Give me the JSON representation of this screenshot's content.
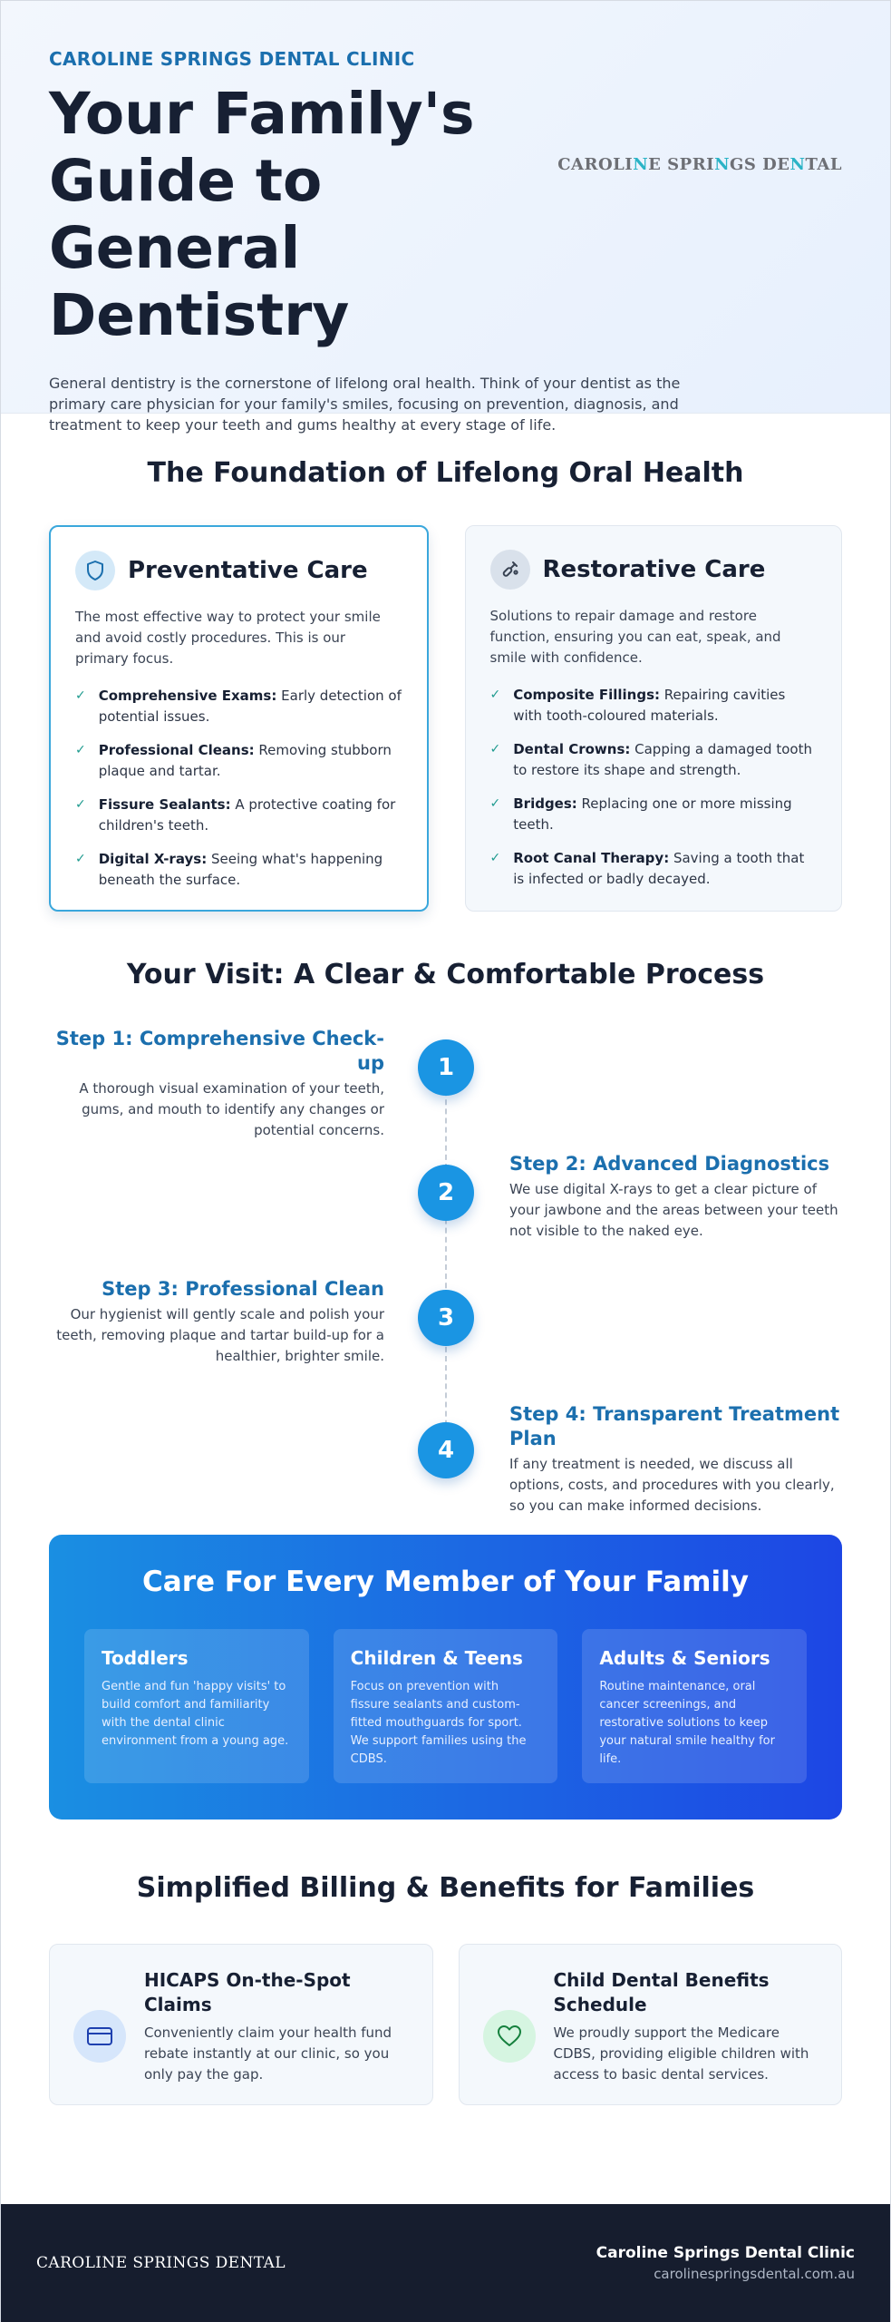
{
  "hero": {
    "clinic_name": "CAROLINE SPRINGS DENTAL CLINIC",
    "title": "Your Family's Guide to General Dentistry",
    "intro": "General dentistry is the cornerstone of lifelong oral health. Think of your dentist as the primary care physician for your family's smiles, focusing on prevention, diagnosis, and treatment to keep your teeth and gums healthy at every stage of life.",
    "logo": {
      "part1": "CAROLI",
      "accent1": "N",
      "part2": "E SPRI",
      "accent2": "N",
      "part3": "GS DE",
      "accent3": "N",
      "part4": "TAL"
    }
  },
  "foundation": {
    "title": "The Foundation of Lifelong Oral Health",
    "preventative": {
      "icon": "shield-icon",
      "title": "Preventative Care",
      "desc": "The most effective way to protect your smile and avoid costly procedures. This is our primary focus.",
      "items": [
        {
          "bold": "Comprehensive Exams:",
          "text": " Early detection of potential issues."
        },
        {
          "bold": "Professional Cleans:",
          "text": " Removing stubborn plaque and tartar."
        },
        {
          "bold": "Fissure Sealants:",
          "text": " A protective coating for children's teeth."
        },
        {
          "bold": "Digital X-rays:",
          "text": " Seeing what's happening beneath the surface."
        }
      ]
    },
    "restorative": {
      "icon": "tools-icon",
      "title": "Restorative Care",
      "desc": "Solutions to repair damage and restore function, ensuring you can eat, speak, and smile with confidence.",
      "items": [
        {
          "bold": "Composite Fillings:",
          "text": " Repairing cavities with tooth-coloured materials."
        },
        {
          "bold": "Dental Crowns:",
          "text": " Capping a damaged tooth to restore its shape and strength."
        },
        {
          "bold": "Bridges:",
          "text": " Replacing one or more missing teeth."
        },
        {
          "bold": "Root Canal Therapy:",
          "text": " Saving a tooth that is infected or badly decayed."
        }
      ]
    },
    "check_glyph": "✓"
  },
  "visit": {
    "title": "Your Visit: A Clear & Comfortable Process",
    "steps": [
      {
        "num": "1",
        "title": "Step 1: Comprehensive Check-up",
        "desc": "A thorough visual examination of your teeth, gums, and mouth to identify any changes or potential concerns."
      },
      {
        "num": "2",
        "title": "Step 2: Advanced Diagnostics",
        "desc": "We use digital X-rays to get a clear picture of your jawbone and the areas between your teeth not visible to the naked eye."
      },
      {
        "num": "3",
        "title": "Step 3: Professional Clean",
        "desc": "Our hygienist will gently scale and polish your teeth, removing plaque and tartar build-up for a healthier, brighter smile."
      },
      {
        "num": "4",
        "title": "Step 4: Transparent Treatment Plan",
        "desc": "If any treatment is needed, we discuss all options, costs, and procedures with you clearly, so you can make informed decisions."
      }
    ]
  },
  "family": {
    "title": "Care For Every Member of Your Family",
    "cards": [
      {
        "title": "Toddlers",
        "desc": "Gentle and fun 'happy visits' to build comfort and familiarity with the dental clinic environment from a young age."
      },
      {
        "title": "Children & Teens",
        "desc": "Focus on prevention with fissure sealants and custom-fitted mouthguards for sport. We support families using the CDBS."
      },
      {
        "title": "Adults & Seniors",
        "desc": "Routine maintenance, oral cancer screenings, and restorative solutions to keep your natural smile healthy for life."
      }
    ]
  },
  "billing": {
    "title": "Simplified Billing & Benefits for Families",
    "cards": [
      {
        "icon": "credit-card-icon",
        "title": "HICAPS On-the-Spot Claims",
        "desc": "Conveniently claim your health fund rebate instantly at our clinic, so you only pay the gap."
      },
      {
        "icon": "heart-icon",
        "title": "Child Dental Benefits Schedule",
        "desc": "We proudly support the Medicare CDBS, providing eligible children with access to basic dental services."
      }
    ]
  },
  "footer": {
    "logo": "CAROLINE SPRINGS DENTAL",
    "name": "Caroline Springs Dental Clinic",
    "url": "carolinespringsdental.com.au"
  },
  "colors": {
    "accent_blue": "#1b6fae",
    "step_circle": "#1a95e3",
    "family_gradient_start": "#1a8fe2",
    "family_gradient_end": "#1d46e4",
    "footer_bg": "#161d2e",
    "check_green": "#1f9b8f"
  }
}
